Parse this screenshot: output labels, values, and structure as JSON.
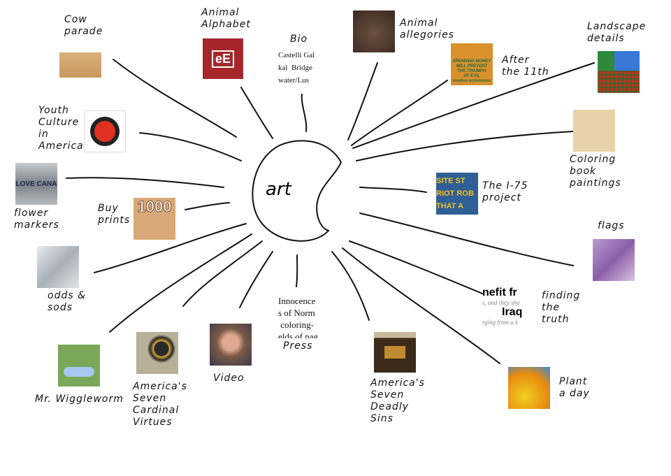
{
  "center": {
    "label": "art"
  },
  "nodes": {
    "cow": {
      "label": "Cow\nparade"
    },
    "alphabet": {
      "label": "Animal\nAlphabet",
      "thumb_text": "eE"
    },
    "bio": {
      "label": "Bio",
      "text": "Castelli Gal\nkal  Bridge\nwater/Lus"
    },
    "allegories": {
      "label": "Animal\nallegories"
    },
    "after": {
      "label": "After\nthe 11th",
      "thumb_text": "SPENDING MONEY\nWILL PREVENT\nTHE TRIUMPH\nOF EVIL\nvoodoo economics"
    },
    "landscape": {
      "label": "Landscape\ndetails"
    },
    "coloring": {
      "label": "Coloring\nbook\npaintings"
    },
    "i75": {
      "label": "The I-75\nproject",
      "thumb_text": "SITE ST\nRIOT ROB\nTHAT A"
    },
    "flags": {
      "label": "flags"
    },
    "truth": {
      "label": "finding\nthe\ntruth",
      "headline1": "nefit fr",
      "sub1": "s, and they sho",
      "headline2": "Iraq",
      "sub2": "rging from a k"
    },
    "plant": {
      "label": "Plant\na day"
    },
    "sins": {
      "label": "America's\nSeven\nDeadly\nSins"
    },
    "press": {
      "label": "Press",
      "text": "Innocence\ns of Norm\n coloring-\nelds of pag"
    },
    "video": {
      "label": "Video"
    },
    "virtues": {
      "label": "America's\nSeven\nCardinal\nVirtues"
    },
    "worm": {
      "label": "Mr. Wiggleworm"
    },
    "odds": {
      "label": "odds &\nsods"
    },
    "flower": {
      "label": "flower\nmarkers",
      "thumb_text": "LOVE CANA"
    },
    "prints": {
      "label": "Buy\nprints",
      "thumb_text": "1000"
    },
    "youth": {
      "label": "Youth\nCulture\nin\nAmerica"
    }
  }
}
